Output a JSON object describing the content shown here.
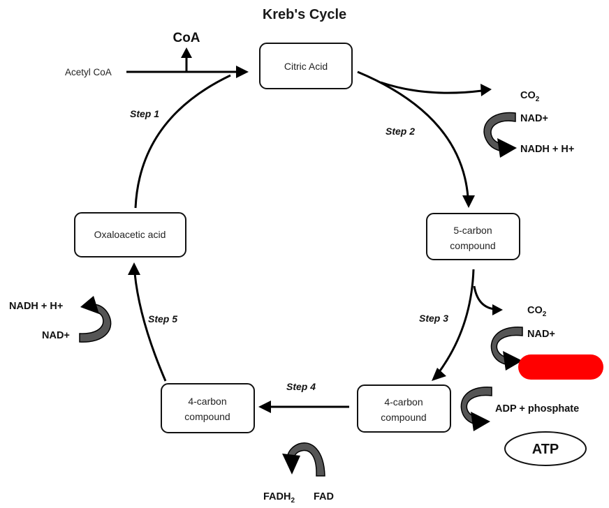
{
  "title": "Kreb's Cycle",
  "inputs": {
    "acetyl_coa": "Acetyl CoA",
    "coa": "CoA"
  },
  "boxes": {
    "citric_acid": "Citric Acid",
    "five_carbon": [
      "5-carbon",
      "compound"
    ],
    "four_carbon_right": [
      "4-carbon",
      "compound"
    ],
    "four_carbon_left": [
      "4-carbon",
      "compound"
    ],
    "oxaloacetic": "Oxaloacetic acid"
  },
  "steps": {
    "s1": "Step 1",
    "s2": "Step 2",
    "s3": "Step 3",
    "s4": "Step 4",
    "s5": "Step 5"
  },
  "step2_products": {
    "co2": "CO",
    "co2_sub": "2",
    "nad": "NAD+",
    "nadh": "NADH + H+"
  },
  "step3_products": {
    "co2": "CO",
    "co2_sub": "2",
    "nad": "NAD+"
  },
  "step4_right": {
    "adp": "ADP + phosphate",
    "atp": "ATP"
  },
  "step4_products": {
    "fadh": "FADH",
    "fadh_sub": "2",
    "fad": "FAD"
  },
  "step5_products": {
    "nadh": "NADH + H+",
    "nad": "NAD+"
  },
  "colors": {
    "redaction": "#ff0000",
    "curl_fill": "#555555"
  }
}
